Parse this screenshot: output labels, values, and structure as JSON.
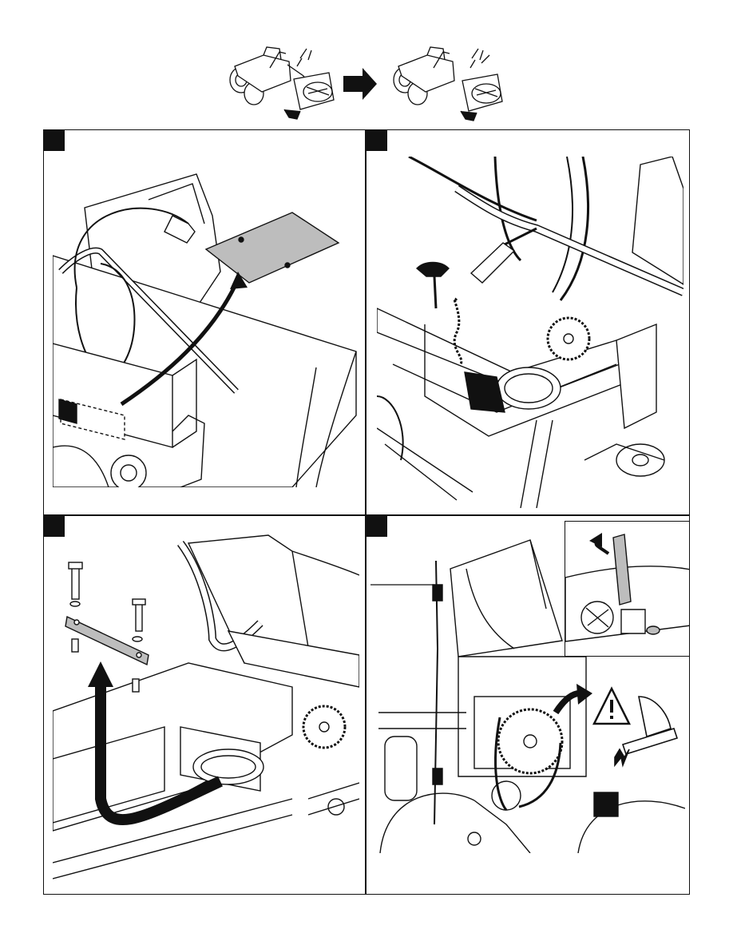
{
  "header": {
    "transition_arrow": "right-arrow-icon",
    "before_illustration": "tractor-with-snowthrower-icon",
    "after_illustration": "tractor-detached-snowthrower-icon"
  },
  "steps": [
    {
      "badge": "",
      "illustration": "chute-cable-and-cover-plate"
    },
    {
      "badge": "",
      "illustration": "drive-belt-and-chain-assembly"
    },
    {
      "badge": "",
      "illustration": "support-bar-and-bolts"
    },
    {
      "badge": "",
      "illustration": "belt-tension-lever-with-pinch-warning"
    }
  ],
  "warning": {
    "icon": "pinch-hazard-warning-icon"
  },
  "colors": {
    "ink": "#111111",
    "plate_fill": "#bdbdbd",
    "paper": "#ffffff"
  }
}
